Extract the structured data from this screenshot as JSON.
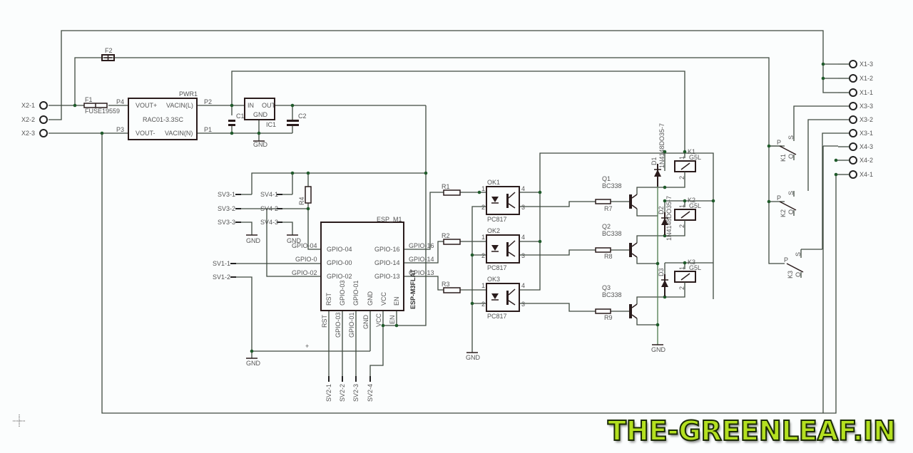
{
  "schematic": {
    "title": "ESP-M3 relay board schematic",
    "wire_color": "#3f4a3f",
    "net_color": "#4d7a4d",
    "component_color": "#2a1c1c",
    "junction_color": "#1f5a2a",
    "connectors": {
      "x2": [
        "X2-1",
        "X2-2",
        "X2-3"
      ],
      "x1": [
        "X1-3",
        "X1-2",
        "X1-1"
      ],
      "x3": [
        "X3-3",
        "X3-2",
        "X3-1"
      ],
      "x4": [
        "X4-3",
        "X4-2",
        "X4-1"
      ],
      "sv3": [
        "SV3-1",
        "SV3-2",
        "SV3-3"
      ],
      "sv4": [
        "SV4-1",
        "SV4-2",
        "SV4-3"
      ],
      "sv1": [
        "SV1-1",
        "SV1-2"
      ],
      "sv2": [
        "SV2-1",
        "SV2-2",
        "SV2-3",
        "SV2-4"
      ]
    },
    "fuses": {
      "f1_name": "F1",
      "f1_value": "FUSE19559",
      "f2_name": "F2"
    },
    "power_module": {
      "name": "PWR1",
      "value": "RAC01-3.3SC",
      "pins": [
        "VOUT+",
        "VACIN(L)",
        "VOUT-",
        "VACIN(N)"
      ],
      "pads": [
        "P4",
        "P2",
        "P3",
        "P1"
      ]
    },
    "regulator": {
      "name": "IC1",
      "pins": [
        "IN",
        "OUT",
        "GND"
      ]
    },
    "capacitors": [
      "C1",
      "C2"
    ],
    "gnd_label": "GND",
    "r4": "R4",
    "esp": {
      "name": "ESP_M1",
      "value": "ESP-M3FLAT",
      "left_pins": [
        "GPIO-04",
        "GPIO-00",
        "GPIO-02"
      ],
      "right_pins": [
        "GPIO-16",
        "GPIO-14",
        "GPIO-13"
      ],
      "bottom_pins": [
        "RST",
        "GPIO-03",
        "GPIO-01",
        "GND",
        "VCC",
        "EN"
      ],
      "left_nets": [
        "GPIO-04",
        "GPIO-0",
        "GPIO-02"
      ],
      "right_nets": [
        "GPIO-16",
        "GPIO-14",
        "GPIO-13"
      ],
      "bottom_nets": [
        "RST",
        "GPIO-03",
        "GPIO-01",
        "GND",
        "VCC",
        "EN"
      ]
    },
    "resistors_in": [
      "R1",
      "R2",
      "R3"
    ],
    "optocouplers": [
      {
        "name": "OK1",
        "value": "PC817"
      },
      {
        "name": "OK2",
        "value": "PC817"
      },
      {
        "name": "OK3",
        "value": "PC817"
      }
    ],
    "opto_pins": [
      "1",
      "2",
      "3",
      "4"
    ],
    "transistors": [
      {
        "name": "Q1",
        "value": "BC338",
        "resistor": "R7"
      },
      {
        "name": "Q2",
        "value": "BC338",
        "resistor": "R8"
      },
      {
        "name": "Q3",
        "value": "BC338",
        "resistor": "R9"
      }
    ],
    "diodes": [
      {
        "name": "D1",
        "value": "1N4148DO35-7"
      },
      {
        "name": "D2",
        "value": "1N4148DO35-7"
      },
      {
        "name": "D3",
        "value": "1N4148DO35-7"
      }
    ],
    "relays": [
      {
        "name": "K1",
        "value": "G5L"
      },
      {
        "name": "K2",
        "value": "G5L"
      },
      {
        "name": "K3",
        "value": "G5L"
      }
    ],
    "relay_coil_pins": [
      "1",
      "2"
    ],
    "relay_contacts": [
      {
        "name": "K1",
        "p": "P",
        "s": "S",
        "o": "O"
      },
      {
        "name": "K2",
        "p": "P",
        "s": "S",
        "o": "O"
      },
      {
        "name": "K3",
        "p": "P",
        "s": "S",
        "o": "O"
      }
    ],
    "plus_marker": "+"
  },
  "watermark": "THE-GREENLEAF.IN"
}
